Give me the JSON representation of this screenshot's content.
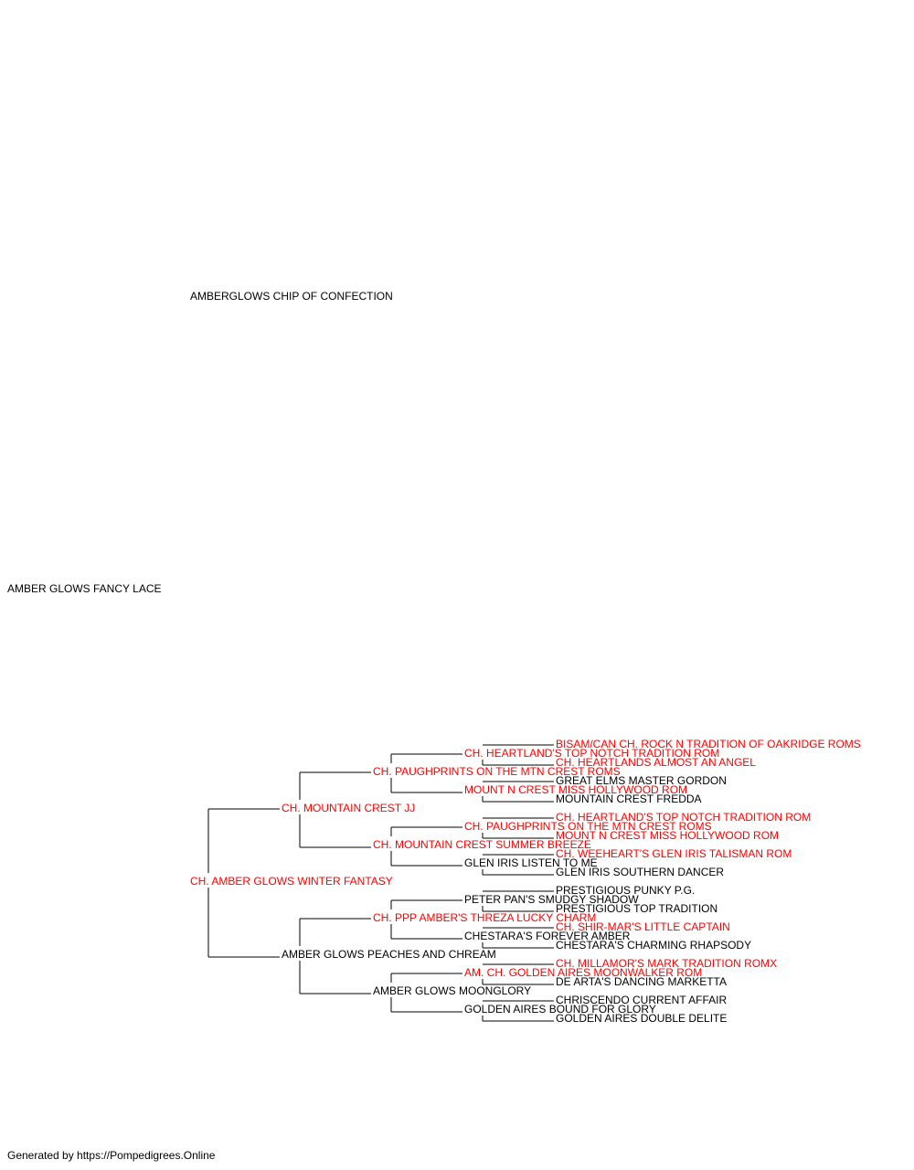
{
  "pedigree": {
    "sire": {
      "name": "AMBERGLOWS CHIP OF CONFECTION",
      "titled": false
    },
    "dam": {
      "name": "AMBER GLOWS FANCY LACE",
      "titled": false,
      "sire": {
        "name": "CH. AMBER GLOWS WINTER FANTASY",
        "titled": true,
        "sire": {
          "name": "CH. MOUNTAIN CREST JJ",
          "titled": true,
          "sire": {
            "name": "CH. PAUGHPRINTS ON THE MTN CREST ROMS",
            "titled": true,
            "sire": {
              "name": "CH. HEARTLAND'S TOP NOTCH TRADITION ROM",
              "titled": true,
              "sire": {
                "name": "BISAM/CAN CH. ROCK N TRADITION OF OAKRIDGE ROMS",
                "titled": true
              },
              "dam": {
                "name": "CH. HEARTLANDS ALMOST AN ANGEL",
                "titled": true
              }
            },
            "dam": {
              "name": "MOUNT N CREST MISS HOLLYWOOD ROM",
              "titled": true,
              "sire": {
                "name": "GREAT ELMS MASTER GORDON",
                "titled": false
              },
              "dam": {
                "name": "MOUNTAIN CREST FREDDA",
                "titled": false
              }
            }
          },
          "dam": {
            "name": "CH. MOUNTAIN CREST SUMMER BREEZE",
            "titled": true,
            "sire": {
              "name": "CH. PAUGHPRINTS ON THE MTN CREST ROMS",
              "titled": true,
              "sire": {
                "name": "CH. HEARTLAND'S TOP NOTCH TRADITION ROM",
                "titled": true
              },
              "dam": {
                "name": "MOUNT N CREST MISS HOLLYWOOD ROM",
                "titled": true
              }
            },
            "dam": {
              "name": "GLEN IRIS LISTEN TO ME",
              "titled": false,
              "sire": {
                "name": "CH. WEEHEART'S GLEN IRIS TALISMAN ROM",
                "titled": true
              },
              "dam": {
                "name": "GLEN IRIS SOUTHERN DANCER",
                "titled": false
              }
            }
          }
        },
        "dam": {
          "name": "AMBER GLOWS PEACHES AND CHREAM",
          "titled": false,
          "sire": {
            "name": "CH. PPP AMBER'S THREZA LUCKY CHARM",
            "titled": true,
            "sire": {
              "name": "PETER PAN'S SMUDGY SHADOW",
              "titled": false,
              "sire": {
                "name": "PRESTIGIOUS PUNKY P.G.",
                "titled": false
              },
              "dam": {
                "name": "PRESTIGIOUS TOP TRADITION",
                "titled": false
              }
            },
            "dam": {
              "name": "CHESTARA'S FOREVER AMBER",
              "titled": false,
              "sire": {
                "name": "CH. SHIR-MAR'S LITTLE CAPTAIN",
                "titled": true
              },
              "dam": {
                "name": "CHESTARA'S CHARMING RHAPSODY",
                "titled": false
              }
            }
          },
          "dam": {
            "name": "AMBER GLOWS MOONGLORY",
            "titled": false,
            "sire": {
              "name": "AM. CH. GOLDEN AIRES MOONWALKER ROM",
              "titled": true,
              "sire": {
                "name": "CH. MILLAMOR'S MARK TRADITION ROMX",
                "titled": true
              },
              "dam": {
                "name": "DE ARTA'S DANCING MARKETTA",
                "titled": false
              }
            },
            "dam": {
              "name": "GOLDEN AIRES BOUND FOR GLORY",
              "titled": false,
              "sire": {
                "name": "CHRISCENDO CURRENT AFFAIR",
                "titled": false
              },
              "dam": {
                "name": "GOLDEN AIRES DOUBLE DELITE",
                "titled": false
              }
            }
          }
        }
      }
    }
  },
  "colors": {
    "titled": "#ff0000",
    "untitled": "#000000",
    "connector": "#000000"
  },
  "footer": {
    "text": "Generated by https://Pompedigrees.Online"
  }
}
